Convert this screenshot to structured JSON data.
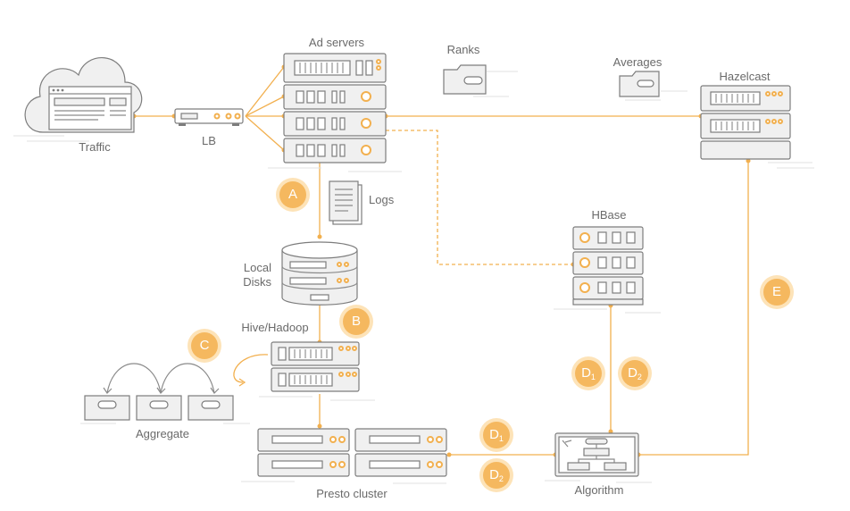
{
  "colors": {
    "accent": "#f2b04f",
    "accent_light": "#fde3b8",
    "outline": "#7d7d7d",
    "body": "#f0f0f0"
  },
  "labels": {
    "traffic": "Traffic",
    "lb": "LB",
    "ad_servers": "Ad servers",
    "ranks": "Ranks",
    "averages": "Averages",
    "hazelcast": "Hazelcast",
    "logs": "Logs",
    "hbase": "HBase",
    "local_disks_line1": "Local",
    "local_disks_line2": "Disks",
    "hive_hadoop": "Hive/Hadoop",
    "aggregate": "Aggregate",
    "presto_cluster": "Presto cluster",
    "algorithm": "Algorithm"
  },
  "badges": {
    "a": "A",
    "b": "B",
    "c": "C",
    "e": "E",
    "d": "D",
    "sub1": "1",
    "sub2": "2"
  },
  "icons": [
    "cloud-icon",
    "browser-window-icon",
    "load-balancer-icon",
    "server-rack-icon",
    "folder-icon",
    "document-icon",
    "database-disk-icon",
    "flowchart-icon"
  ]
}
